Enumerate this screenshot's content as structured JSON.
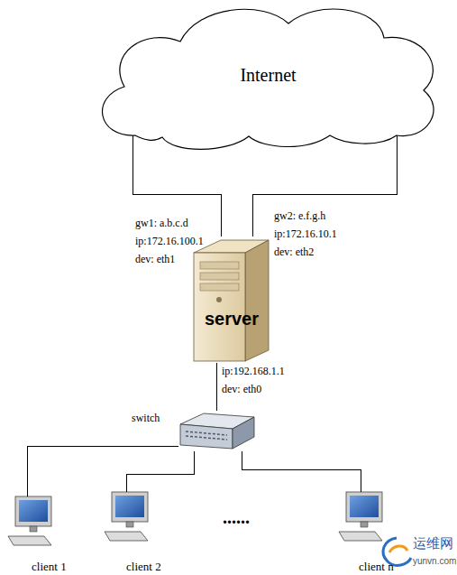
{
  "diagram": {
    "nodes": [
      {
        "text": [
          "Internet"
        ]
      },
      {
        "text": [
          "server"
        ]
      },
      {
        "text": [
          "switch"
        ]
      },
      {
        "text": [
          "client 1"
        ]
      },
      {
        "text": [
          "client 2"
        ]
      },
      {
        "text": [
          "client n"
        ]
      }
    ],
    "edges": [
      {
        "from": 0,
        "to": 1,
        "arrow": "none"
      },
      {
        "from": 0,
        "to": 1,
        "arrow": "none"
      },
      {
        "from": 1,
        "to": 2,
        "arrow": "none"
      },
      {
        "from": 2,
        "to": 3,
        "arrow": "none"
      },
      {
        "from": 2,
        "to": 4,
        "arrow": "none"
      },
      {
        "from": 2,
        "to": 5,
        "arrow": "none"
      }
    ],
    "labels": [
      "gw1: a.b.c.d",
      "ip:172.16.100.1",
      "dev: eth1",
      "gw2: e.f.g.h",
      "ip:172.16.10.1",
      "dev: eth2",
      "ip:192.168.1.1",
      "dev: eth0",
      "......",
      "运维网",
      "yunvn.com"
    ]
  }
}
